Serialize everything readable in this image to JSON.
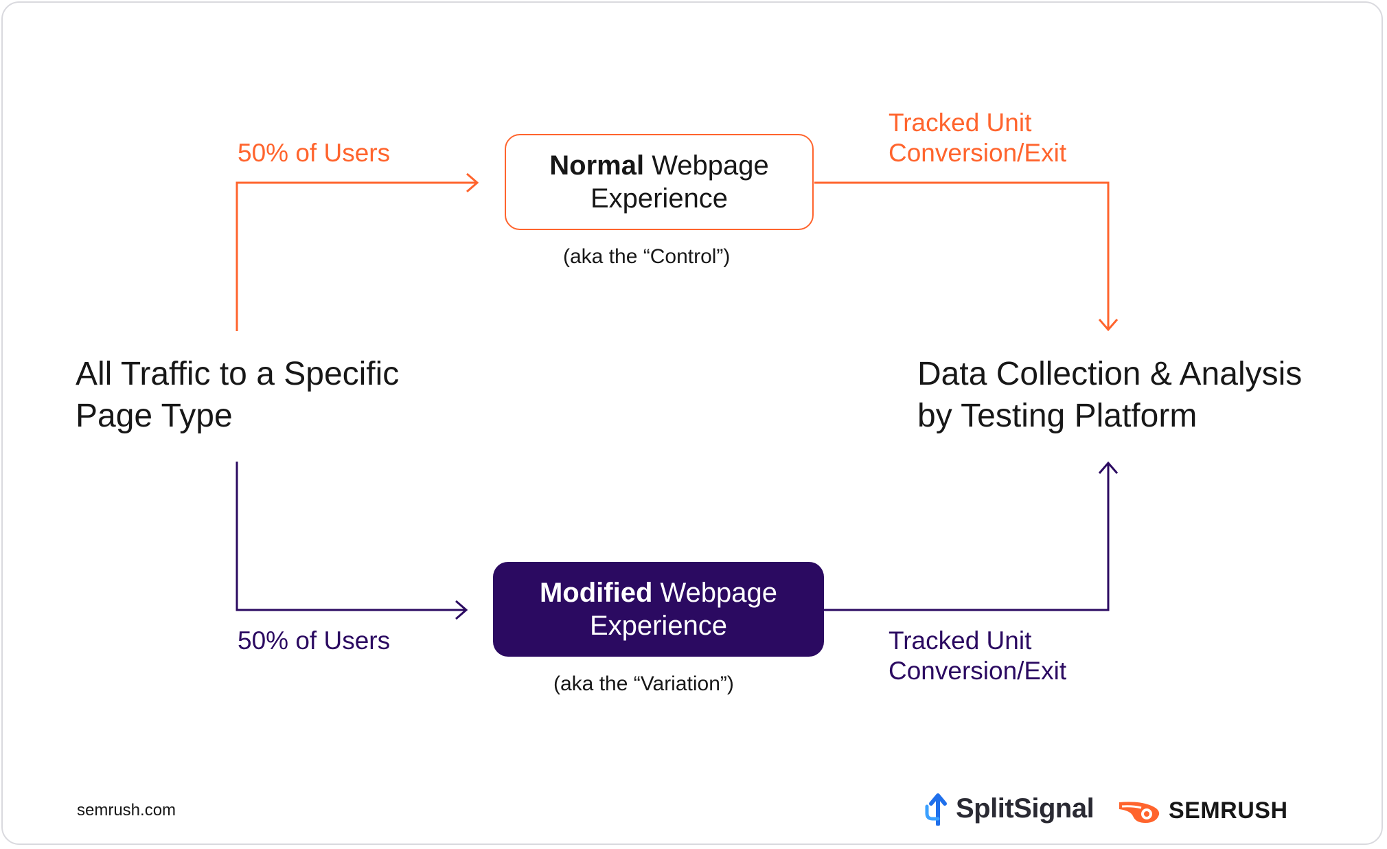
{
  "diagram": {
    "source": {
      "line1": "All Traffic to a Specific",
      "line2": "Page Type"
    },
    "destination": {
      "line1": "Data Collection & Analysis",
      "line2": "by Testing Platform"
    },
    "top_split_label": "50% of Users",
    "bottom_split_label": "50% of Users",
    "normal_box": {
      "bold": "Normal",
      "rest": " Webpage",
      "line2": "Experience",
      "caption": "(aka the “Control”)"
    },
    "modified_box": {
      "bold": "Modified",
      "rest": " Webpage",
      "line2": "Experience",
      "caption": "(aka the “Variation”)"
    },
    "top_tracked": {
      "line1": "Tracked Unit",
      "line2": "Conversion/Exit"
    },
    "bottom_tracked": {
      "line1": "Tracked Unit",
      "line2": "Conversion/Exit"
    }
  },
  "footer": {
    "url": "semrush.com",
    "brand_splitsignal": "SplitSignal",
    "brand_semrush": "SEMRUSH"
  },
  "colors": {
    "control_accent": "#ff642d",
    "variation_accent": "#2b0a61",
    "text": "#171717",
    "frame_border": "#d9d9de"
  },
  "icons": {
    "splitsignal_logo": "split-arrow-logo-icon",
    "semrush_logo": "semrush-fireball-logo-icon"
  }
}
